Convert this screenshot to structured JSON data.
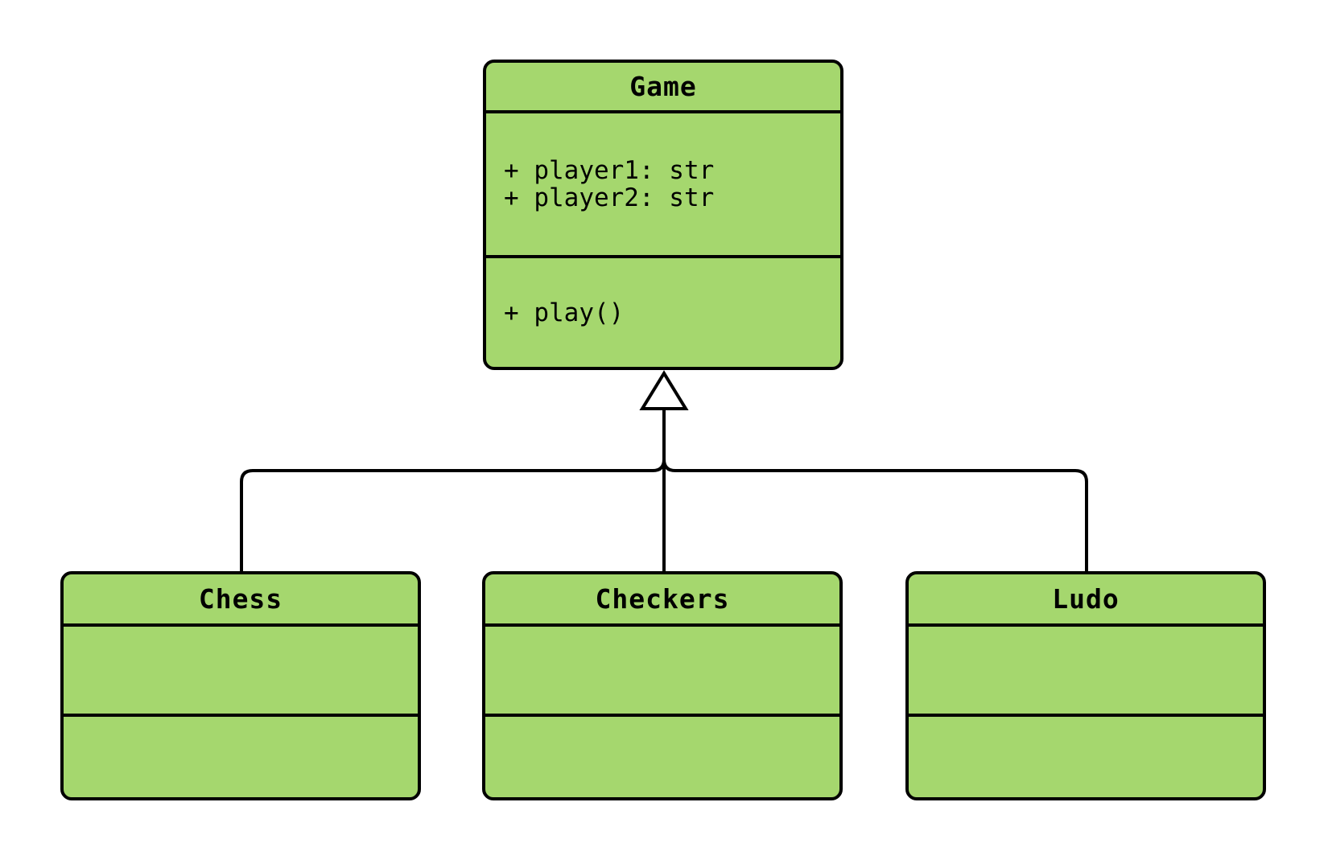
{
  "diagram": {
    "type": "uml-class-diagram",
    "background_color": "#ffffff",
    "node_fill_color": "#a5d76e",
    "node_stroke_color": "#000000",
    "arrowhead_fill_color": "#ffffff",
    "relationship": "generalization (hollow triangle pointing to parent)",
    "classes": [
      {
        "name": "Game",
        "role": "parent",
        "attributes": [
          "+ player1: str",
          "+ player2: str"
        ],
        "methods": [
          "+ play()"
        ]
      },
      {
        "name": "Chess",
        "role": "child",
        "attributes": [],
        "methods": []
      },
      {
        "name": "Checkers",
        "role": "child",
        "attributes": [],
        "methods": []
      },
      {
        "name": "Ludo",
        "role": "child",
        "attributes": [],
        "methods": []
      }
    ]
  }
}
